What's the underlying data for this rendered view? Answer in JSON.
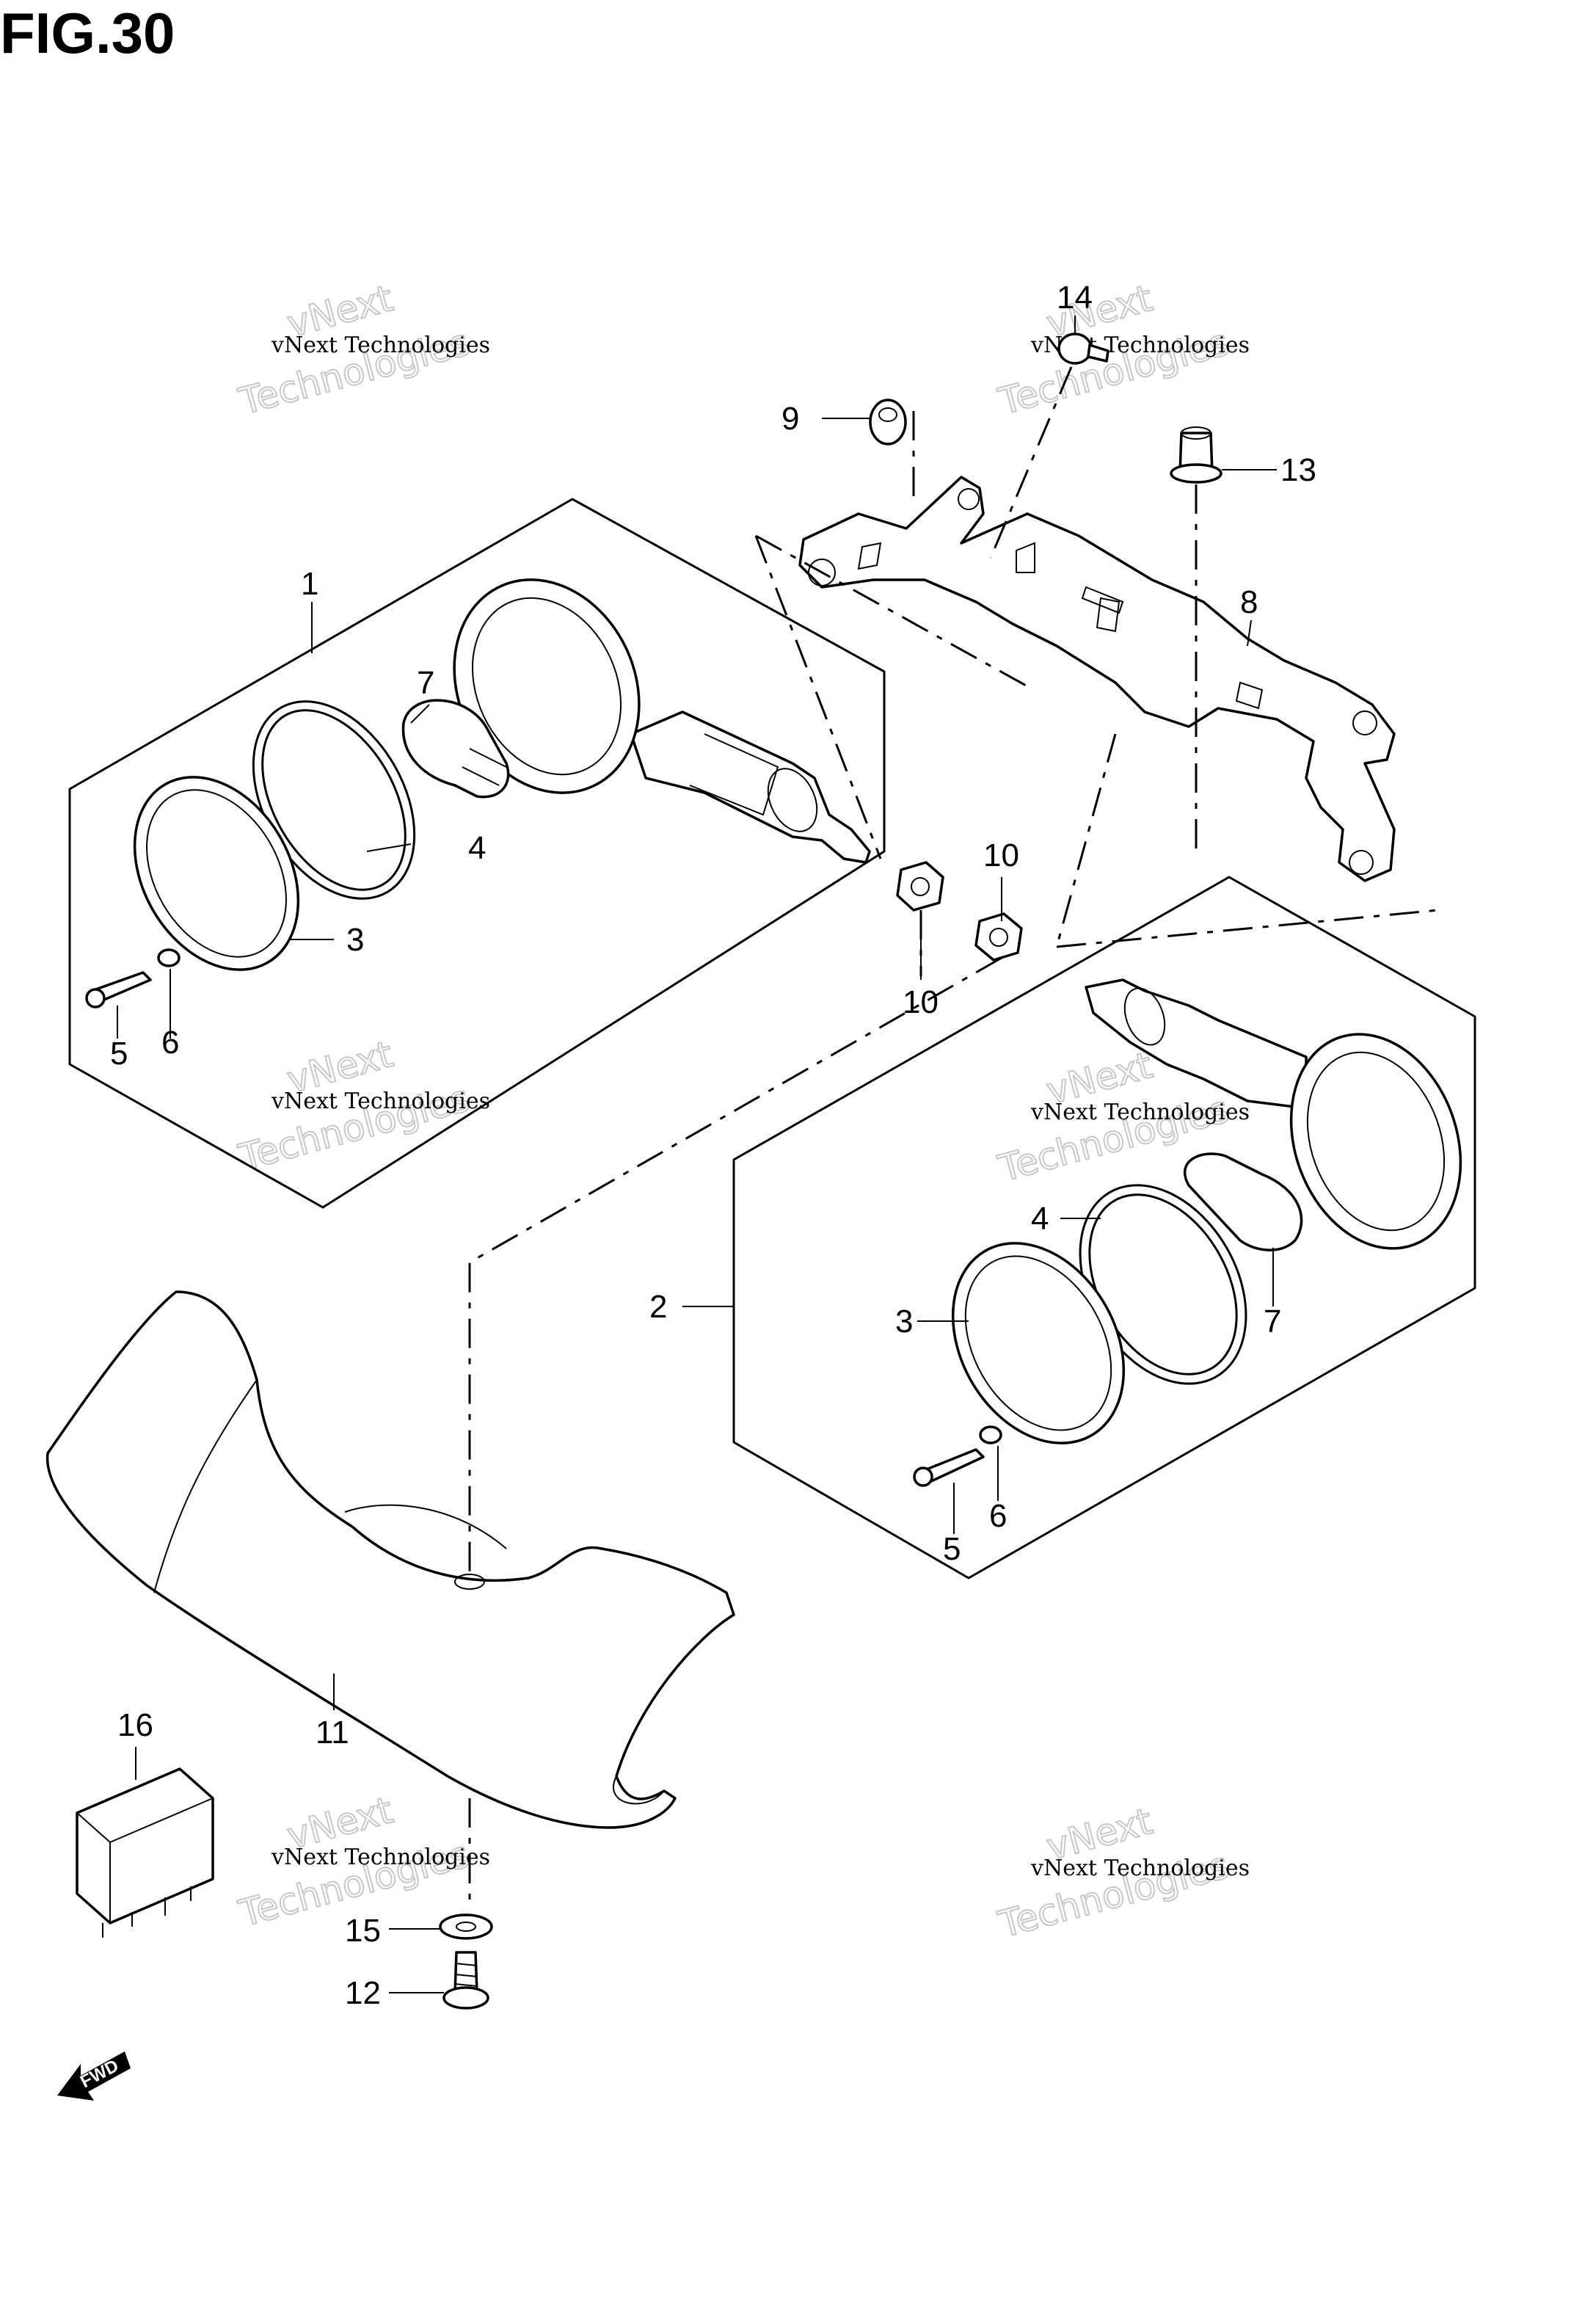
{
  "figure_title": "FIG.30",
  "watermark": {
    "line1": "vNext Technologies",
    "line2": "vNext",
    "line3": "Technologies"
  },
  "direction_label": "FWD",
  "callouts": [
    {
      "id": "c1",
      "label": "1"
    },
    {
      "id": "c2",
      "label": "2"
    },
    {
      "id": "c3a",
      "label": "3"
    },
    {
      "id": "c3b",
      "label": "3"
    },
    {
      "id": "c4a",
      "label": "4"
    },
    {
      "id": "c4b",
      "label": "4"
    },
    {
      "id": "c5a",
      "label": "5"
    },
    {
      "id": "c5b",
      "label": "5"
    },
    {
      "id": "c6a",
      "label": "6"
    },
    {
      "id": "c6b",
      "label": "6"
    },
    {
      "id": "c7a",
      "label": "7"
    },
    {
      "id": "c7b",
      "label": "7"
    },
    {
      "id": "c8",
      "label": "8"
    },
    {
      "id": "c9",
      "label": "9"
    },
    {
      "id": "c10a",
      "label": "10"
    },
    {
      "id": "c10b",
      "label": "10"
    },
    {
      "id": "c11",
      "label": "11"
    },
    {
      "id": "c12",
      "label": "12"
    },
    {
      "id": "c13",
      "label": "13"
    },
    {
      "id": "c14",
      "label": "14"
    },
    {
      "id": "c15",
      "label": "15"
    },
    {
      "id": "c16",
      "label": "16"
    }
  ]
}
